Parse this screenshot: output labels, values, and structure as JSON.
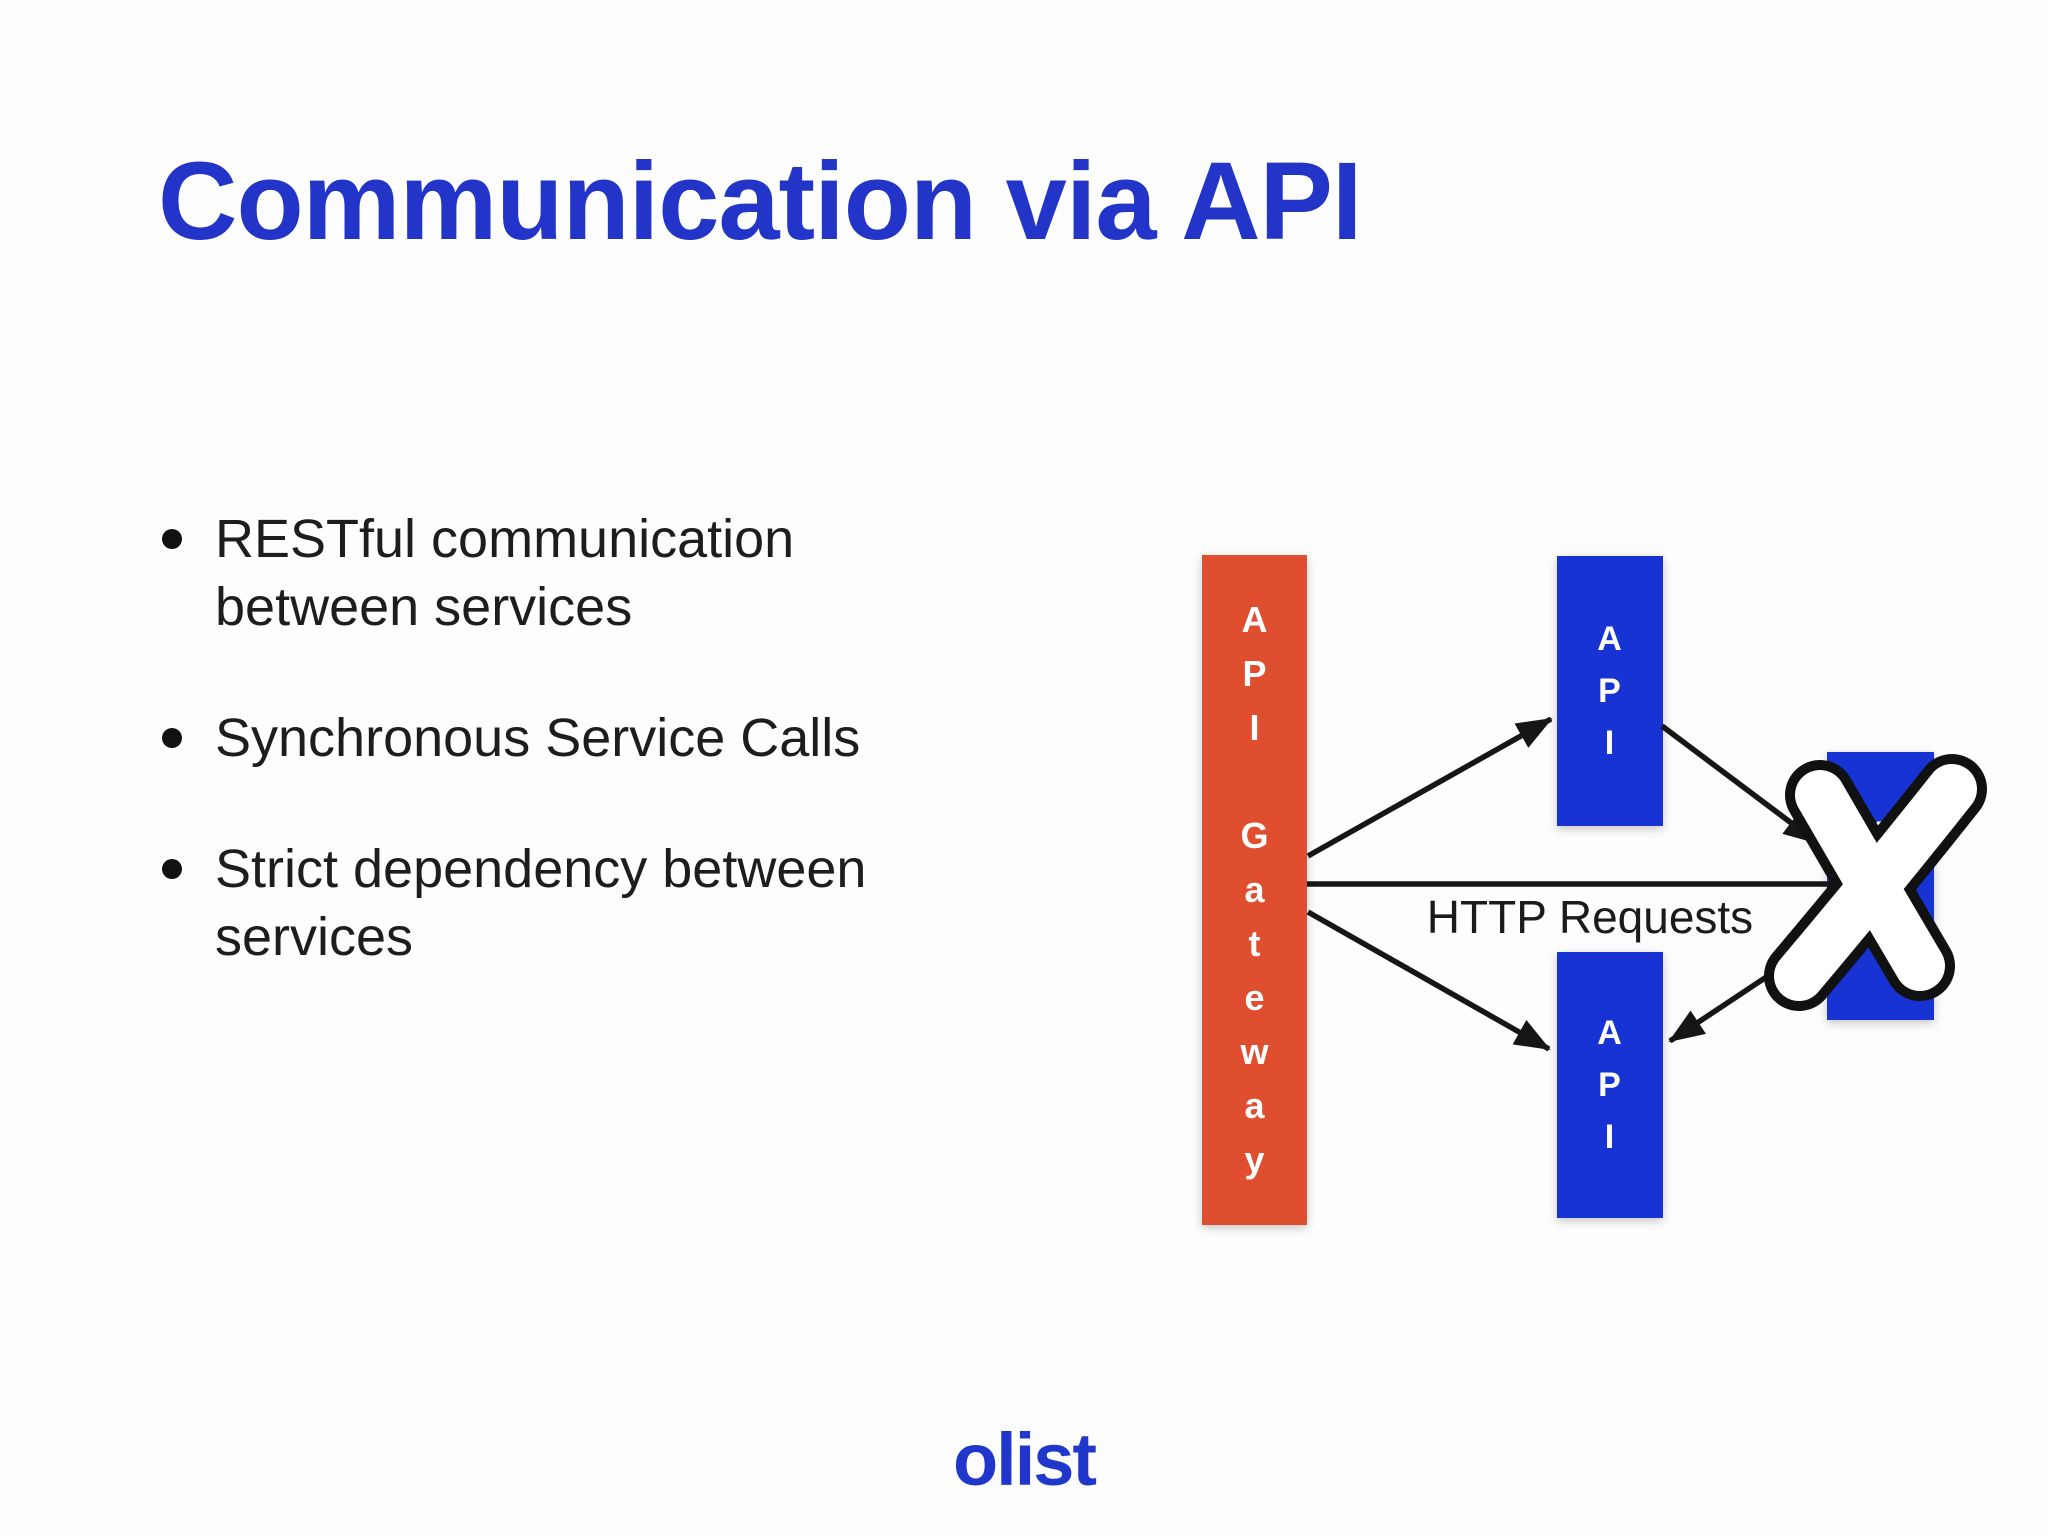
{
  "slide": {
    "title": "Communication via API",
    "bullets": [
      {
        "text": "RESTful communication\nbetween services"
      },
      {
        "text": "Synchronous Service Calls"
      },
      {
        "text": "Strict dependency between\nservices"
      }
    ],
    "logo_text": "olist"
  },
  "diagram": {
    "gateway": {
      "label": "API Gateway",
      "stacked_text": "A\nP\nI\n\nG\na\nt\ne\nw\na\ny"
    },
    "api_service": {
      "label": "API",
      "stacked_text": "A\nP\nI"
    },
    "http_label": "HTTP Requests",
    "crossed_out_box": "right API box marked with white X",
    "colors": {
      "gateway_orange": "#df4e2f",
      "api_blue": "#1733d4",
      "title_blue": "#2334c9",
      "logo_blue": "#2137cb",
      "arrow_black": "#161616",
      "background": "#fdfdfd"
    }
  }
}
